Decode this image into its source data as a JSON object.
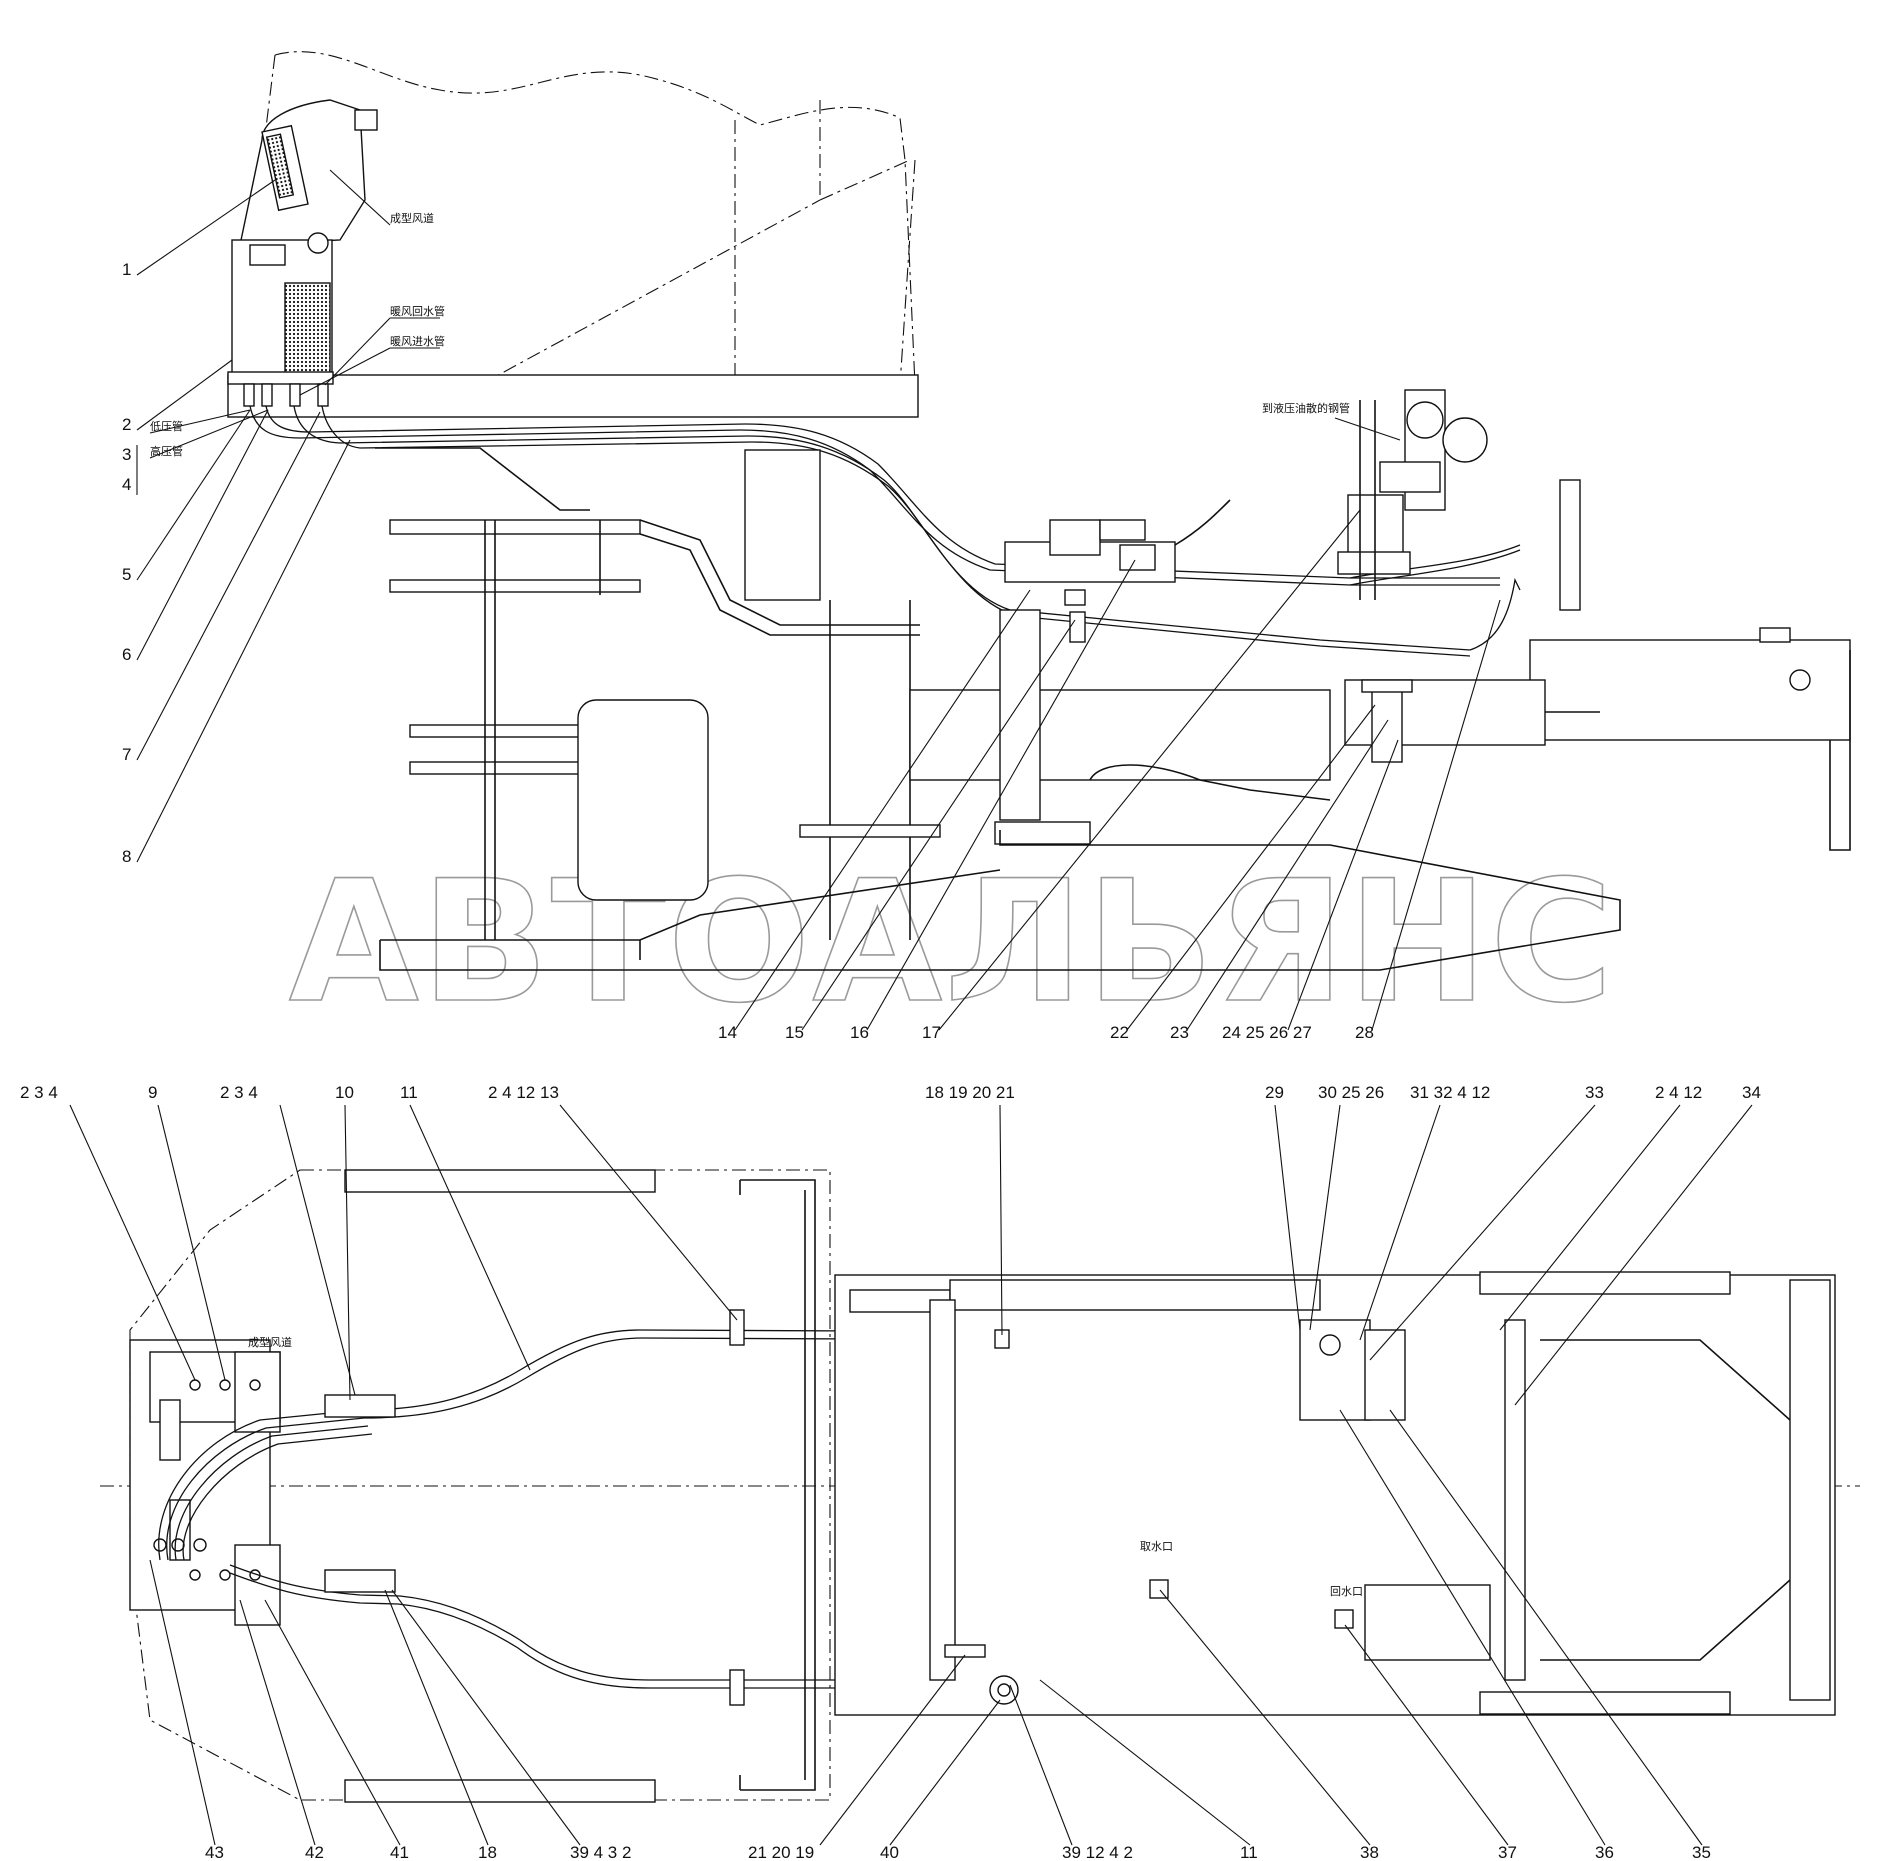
{
  "watermark": "АВТОАЛЬЯНС",
  "top_view_notes": {
    "air_duct": "成型风道",
    "heater_return_pipe": "暖风回水管",
    "heater_inlet_pipe": "暖风进水管",
    "low_pressure_pipe": "低压管",
    "high_pressure_pipe": "高压管",
    "to_hydraulic_pump_steel_pipe": "到液压油散的钢管"
  },
  "bottom_view_notes": {
    "air_duct": "成型风道",
    "water_intake": "取水口",
    "water_return": "回水口"
  },
  "callouts_top_left": [
    "1",
    "2",
    "3",
    "4",
    "5",
    "6",
    "7",
    "8"
  ],
  "callouts_top_bottom": [
    "14",
    "15",
    "16",
    "17",
    "22",
    "23",
    "24 25 26 27",
    "28"
  ],
  "callouts_plan_top": [
    "2 3 4",
    "9",
    "2 3 4",
    "10",
    "11",
    "2 4 12 13",
    "18 19 20 21",
    "29",
    "30 25 26",
    "31 32 4 12",
    "33",
    "2 4 12",
    "34"
  ],
  "callouts_plan_bottom": [
    "43",
    "42",
    "41",
    "18",
    "39 4 3 2",
    "21 20 19",
    "40",
    "39 12 4 2",
    "11",
    "38",
    "37",
    "36",
    "35"
  ]
}
